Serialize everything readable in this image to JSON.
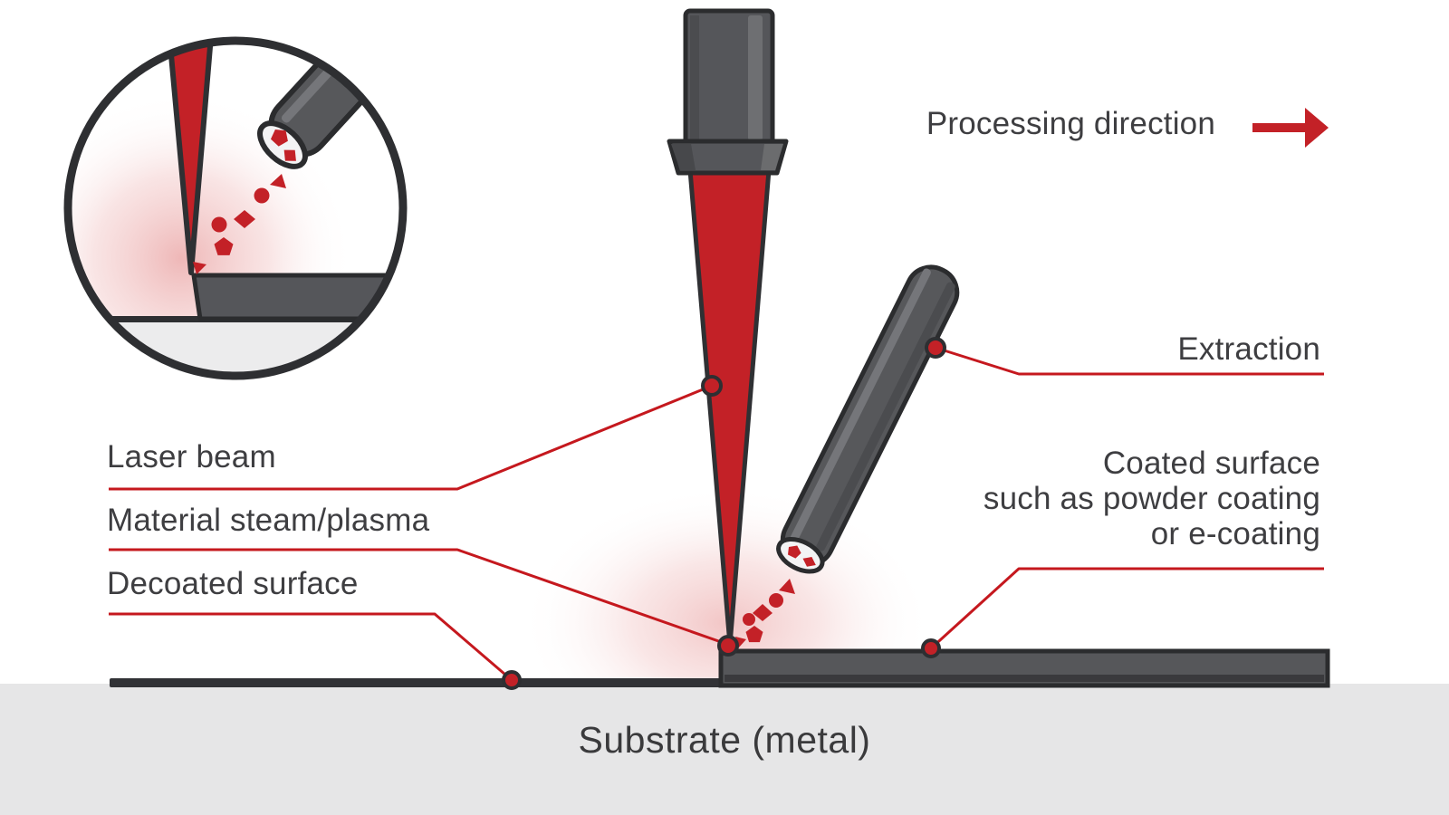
{
  "labels": {
    "processing_direction": "Processing direction",
    "extraction": "Extraction",
    "laser_beam": "Laser beam",
    "material_steam_plasma": "Material steam/plasma",
    "decoated_surface": "Decoated surface",
    "coated_surface_lines": [
      "Coated surface",
      "such as powder coating",
      "or e-coating"
    ],
    "substrate": "Substrate (metal)"
  },
  "icons": {
    "processing_direction_arrow": "right-arrow",
    "laser_head": "laser-head",
    "laser_beam_shape": "red-beam-cone",
    "extraction_nozzle": "angled-suction-tube",
    "detail_inset": "magnified-detail-circle"
  },
  "colors": {
    "red_fill": "#c32127",
    "leader_red": "#c5181e",
    "dark_gray": "#57585b",
    "outline": "#2c2d2f",
    "substrate_band": "#e6e6e7",
    "label_text": "#3e3e41"
  }
}
